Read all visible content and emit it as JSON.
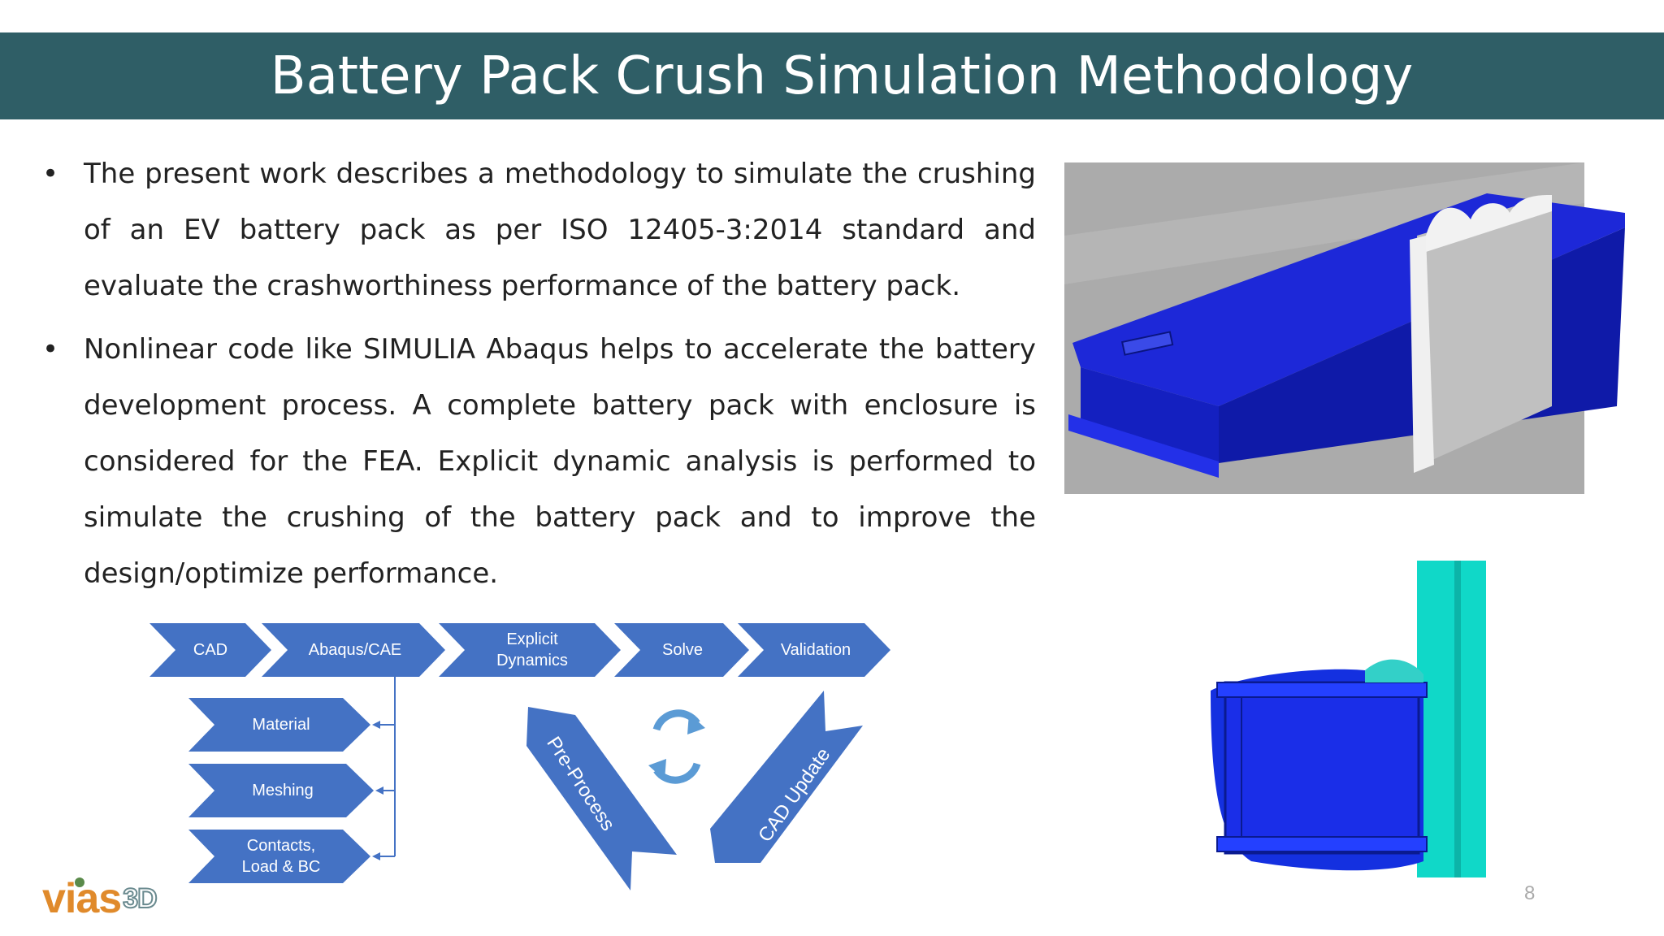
{
  "title": "Battery Pack Crush Simulation Methodology",
  "bullets": [
    "The present work describes a methodology to simulate the crushing of an EV battery pack as per ISO 12405-3:2014 standard and evaluate the crashworthiness performance of the battery pack.",
    "Nonlinear code like SIMULIA Abaqus helps to accelerate the battery development process. A complete battery pack with enclosure is considered for the FEA. Explicit dynamic analysis is performed to simulate the crushing of the battery pack and to improve the design/optimize performance."
  ],
  "flow": {
    "steps": [
      "CAD",
      "Abaqus/CAE",
      "Explicit Dynamics",
      "Solve",
      "Validation"
    ],
    "substeps": [
      "Material",
      "Meshing",
      "Contacts, Load & BC"
    ],
    "loop": [
      "Pre-Process",
      "CAD Update"
    ],
    "colors": {
      "shape": "#4472c4",
      "connector": "#4472c4",
      "cycle": "#5b9bd5"
    }
  },
  "logo": {
    "name": "vias",
    "suffix": "3D"
  },
  "page_number": "8",
  "colors": {
    "title_bar": "#2f5e66",
    "battery": "#1a2ee0",
    "impactor_gray": "#c8c8c8",
    "impactor_cyan": "#10d8c8",
    "logo_orange": "#e08a2b"
  }
}
